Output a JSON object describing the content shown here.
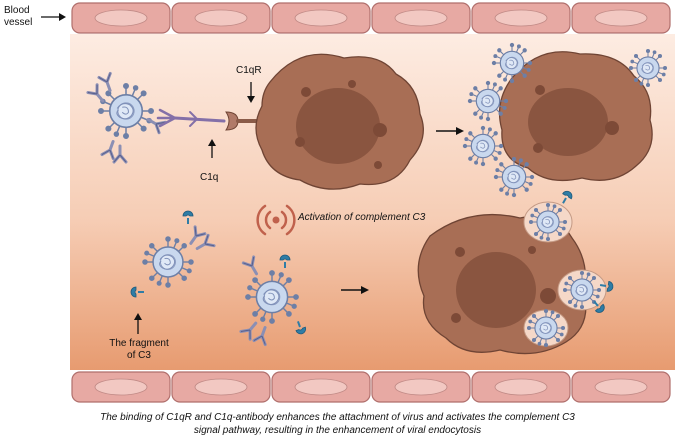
{
  "labels": {
    "blood_vessel": "Blood\nvessel",
    "c1qr": "C1qR",
    "c1q": "C1q",
    "activation": "Activation of complement C3",
    "fragment": "The fragment\nof C3"
  },
  "caption": {
    "line1": "The binding of C1qR and C1q-antibody enhances the attachment of virus and activates the complement C3",
    "line2": "signal pathway, resulting in the enhancement of viral endocytosis"
  },
  "colors": {
    "vessel_wall": "#e7a9a3",
    "vessel_cell_nucleus": "#f2c8c2",
    "lumen_top": "#fbe3d6",
    "lumen_bottom": "#e9a076",
    "cell_body": "#a86e55",
    "cell_nucleus": "#7d4a37",
    "virus_core": "#c7d6ec",
    "virus_outline": "#6d7fa6",
    "antibody": "#8b8fb4",
    "c1q_receptor": "#8470a8",
    "c3_fragment": "#2f7da6",
    "signal": "#c0614c"
  }
}
